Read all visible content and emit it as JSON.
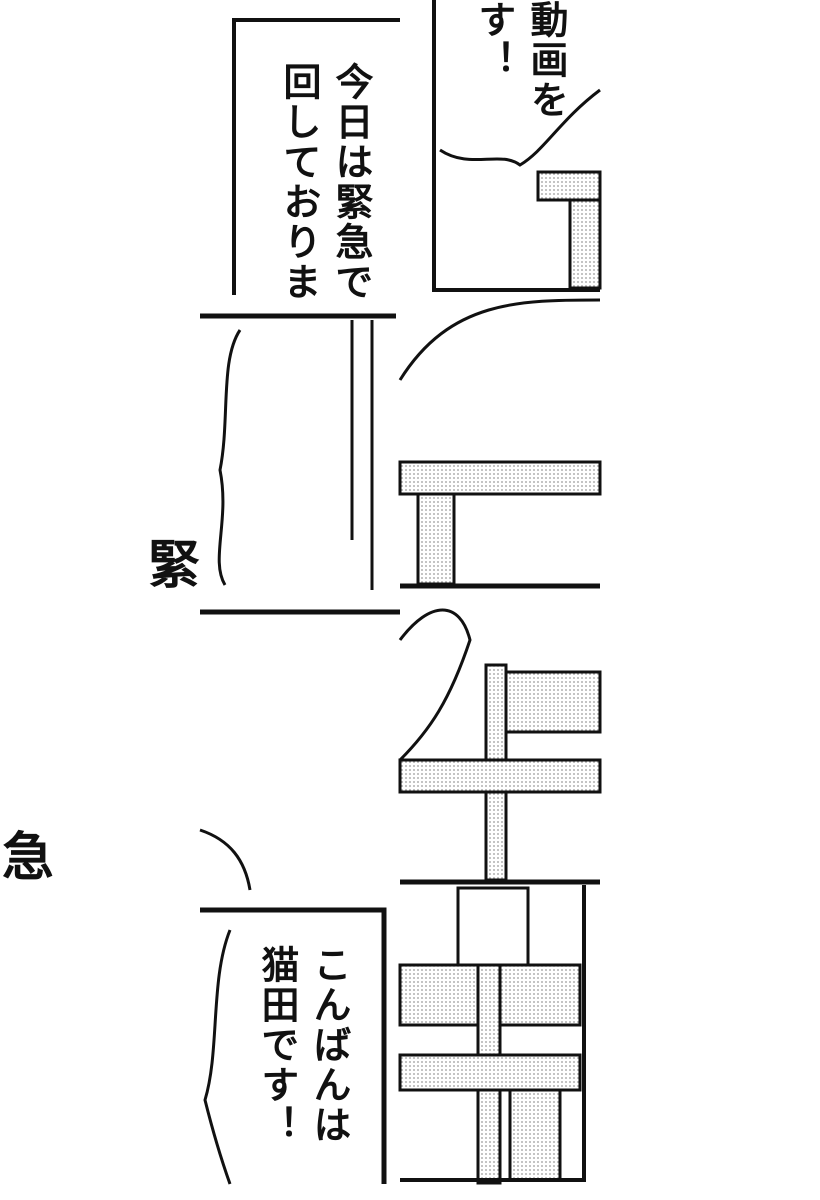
{
  "panels": {
    "top_right": {
      "lines": [
        "動画を",
        "す！"
      ]
    },
    "top_left": {
      "lines": [
        "今日は緊急で",
        "回しておりま"
      ]
    },
    "fragment_left_1": "緊",
    "fragment_left_2": "急",
    "bottom": {
      "lines": [
        "こんばんは",
        "猫田です！"
      ]
    }
  },
  "colors": {
    "ink": "#111111",
    "tone": "#d9d9d9",
    "paper": "#ffffff"
  }
}
